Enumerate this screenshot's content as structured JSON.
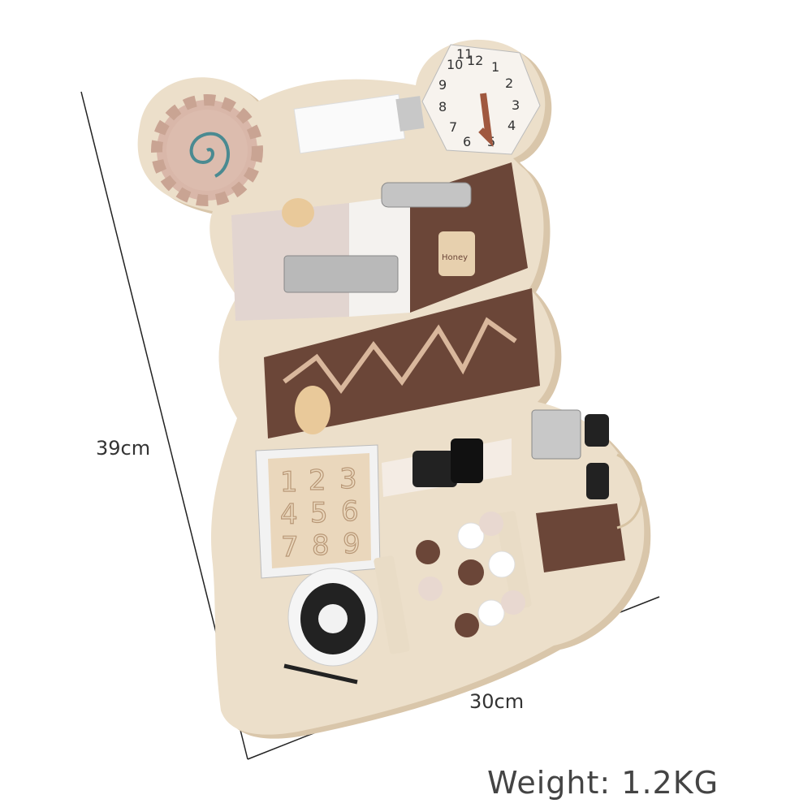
{
  "dimensions": {
    "height_label": "39cm",
    "width_label": "30cm"
  },
  "weight": {
    "label": "Weight:",
    "value": "1.2KG"
  },
  "product": {
    "barrel_text": "Honey",
    "clock_numbers": [
      "12",
      "1",
      "2",
      "3",
      "4",
      "5",
      "6",
      "7",
      "8",
      "9",
      "10",
      "11"
    ],
    "number_puzzle": [
      "1",
      "2",
      "3",
      "4",
      "5",
      "6",
      "7",
      "8",
      "9"
    ]
  },
  "colors": {
    "wood": "#ecdfca",
    "brown": "#6b4638",
    "blush": "#e8d3c8",
    "line": "#222222"
  }
}
